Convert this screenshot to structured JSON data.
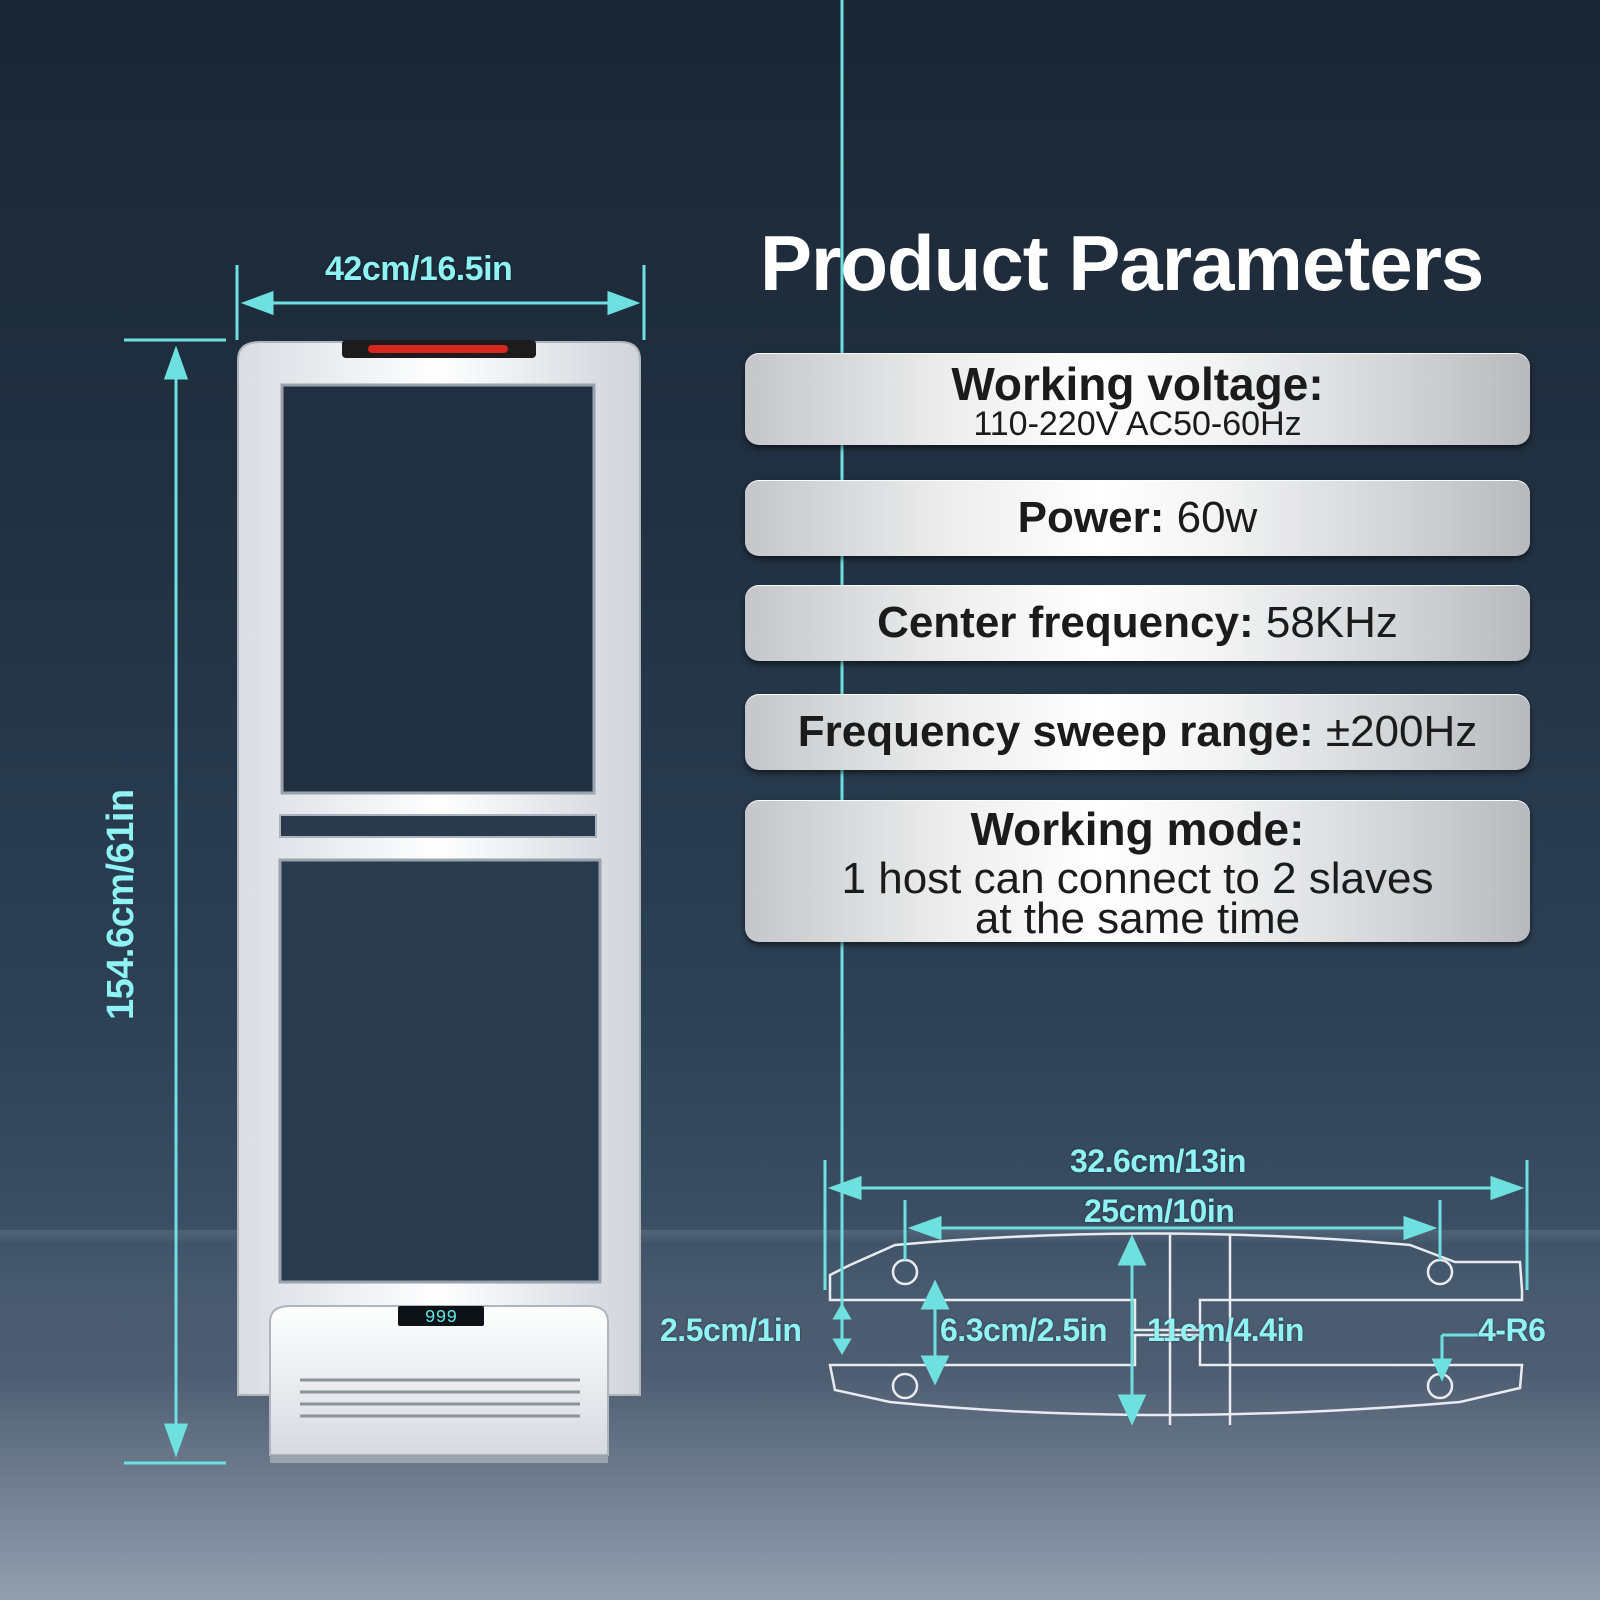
{
  "title": "Product Parameters",
  "colors": {
    "accent": "#8ff3f3",
    "panel_text": "#1b1b1b",
    "title": "#ffffff"
  },
  "dimensions": {
    "width": "42cm/16.5in",
    "height": "154.6cm/61in",
    "base_total_length": "32.6cm/13in",
    "base_hole_spacing": "25cm/10in",
    "base_edge_height": "2.5cm/1in",
    "base_width_outer": "6.3cm/2.5in",
    "base_width_center": "11cm/4.4in",
    "holes": "4-R6"
  },
  "display_reading": "999",
  "parameters": {
    "voltage_label": "Working voltage:",
    "voltage_value": "110-220V AC50-60Hz",
    "power_label": "Power:",
    "power_value": "60w",
    "frequency_label": "Center frequency:",
    "frequency_value": "58KHz",
    "sweep_label": "Frequency sweep range:",
    "sweep_value": "±200Hz",
    "mode_label": "Working mode:",
    "mode_value_line1": "1 host can connect to 2 slaves",
    "mode_value_line2": "at the same time"
  }
}
